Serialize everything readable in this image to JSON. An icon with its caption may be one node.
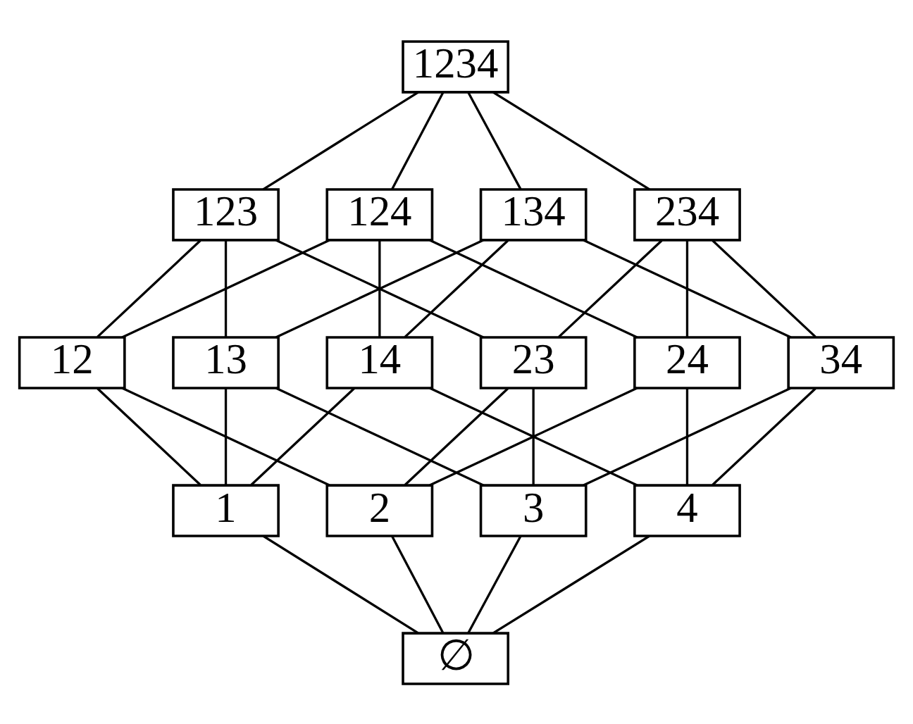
{
  "diagram": {
    "nodes": [
      {
        "text": [
          "1234"
        ]
      },
      {
        "text": [
          "123"
        ]
      },
      {
        "text": [
          "124"
        ]
      },
      {
        "text": [
          "134"
        ]
      },
      {
        "text": [
          "234"
        ]
      },
      {
        "text": [
          "12"
        ]
      },
      {
        "text": [
          "13"
        ]
      },
      {
        "text": [
          "14"
        ]
      },
      {
        "text": [
          "23"
        ]
      },
      {
        "text": [
          "24"
        ]
      },
      {
        "text": [
          "34"
        ]
      },
      {
        "text": [
          "1"
        ]
      },
      {
        "text": [
          "2"
        ]
      },
      {
        "text": [
          "3"
        ]
      },
      {
        "text": [
          "4"
        ]
      },
      {
        "text": [
          "∅"
        ]
      }
    ],
    "edges": [
      {
        "from": 0,
        "to": 1,
        "arrow": "none"
      },
      {
        "from": 0,
        "to": 2,
        "arrow": "none"
      },
      {
        "from": 0,
        "to": 3,
        "arrow": "none"
      },
      {
        "from": 0,
        "to": 4,
        "arrow": "none"
      },
      {
        "from": 1,
        "to": 5,
        "arrow": "none"
      },
      {
        "from": 1,
        "to": 6,
        "arrow": "none"
      },
      {
        "from": 1,
        "to": 8,
        "arrow": "none"
      },
      {
        "from": 2,
        "to": 5,
        "arrow": "none"
      },
      {
        "from": 2,
        "to": 7,
        "arrow": "none"
      },
      {
        "from": 2,
        "to": 9,
        "arrow": "none"
      },
      {
        "from": 3,
        "to": 6,
        "arrow": "none"
      },
      {
        "from": 3,
        "to": 7,
        "arrow": "none"
      },
      {
        "from": 3,
        "to": 10,
        "arrow": "none"
      },
      {
        "from": 4,
        "to": 8,
        "arrow": "none"
      },
      {
        "from": 4,
        "to": 9,
        "arrow": "none"
      },
      {
        "from": 4,
        "to": 10,
        "arrow": "none"
      },
      {
        "from": 5,
        "to": 11,
        "arrow": "none"
      },
      {
        "from": 5,
        "to": 12,
        "arrow": "none"
      },
      {
        "from": 6,
        "to": 11,
        "arrow": "none"
      },
      {
        "from": 6,
        "to": 13,
        "arrow": "none"
      },
      {
        "from": 7,
        "to": 11,
        "arrow": "none"
      },
      {
        "from": 7,
        "to": 14,
        "arrow": "none"
      },
      {
        "from": 8,
        "to": 12,
        "arrow": "none"
      },
      {
        "from": 8,
        "to": 13,
        "arrow": "none"
      },
      {
        "from": 9,
        "to": 12,
        "arrow": "none"
      },
      {
        "from": 9,
        "to": 14,
        "arrow": "none"
      },
      {
        "from": 10,
        "to": 13,
        "arrow": "none"
      },
      {
        "from": 10,
        "to": 14,
        "arrow": "none"
      },
      {
        "from": 11,
        "to": 15,
        "arrow": "none"
      },
      {
        "from": 12,
        "to": 15,
        "arrow": "none"
      },
      {
        "from": 13,
        "to": 15,
        "arrow": "none"
      },
      {
        "from": 14,
        "to": 15,
        "arrow": "none"
      }
    ]
  }
}
